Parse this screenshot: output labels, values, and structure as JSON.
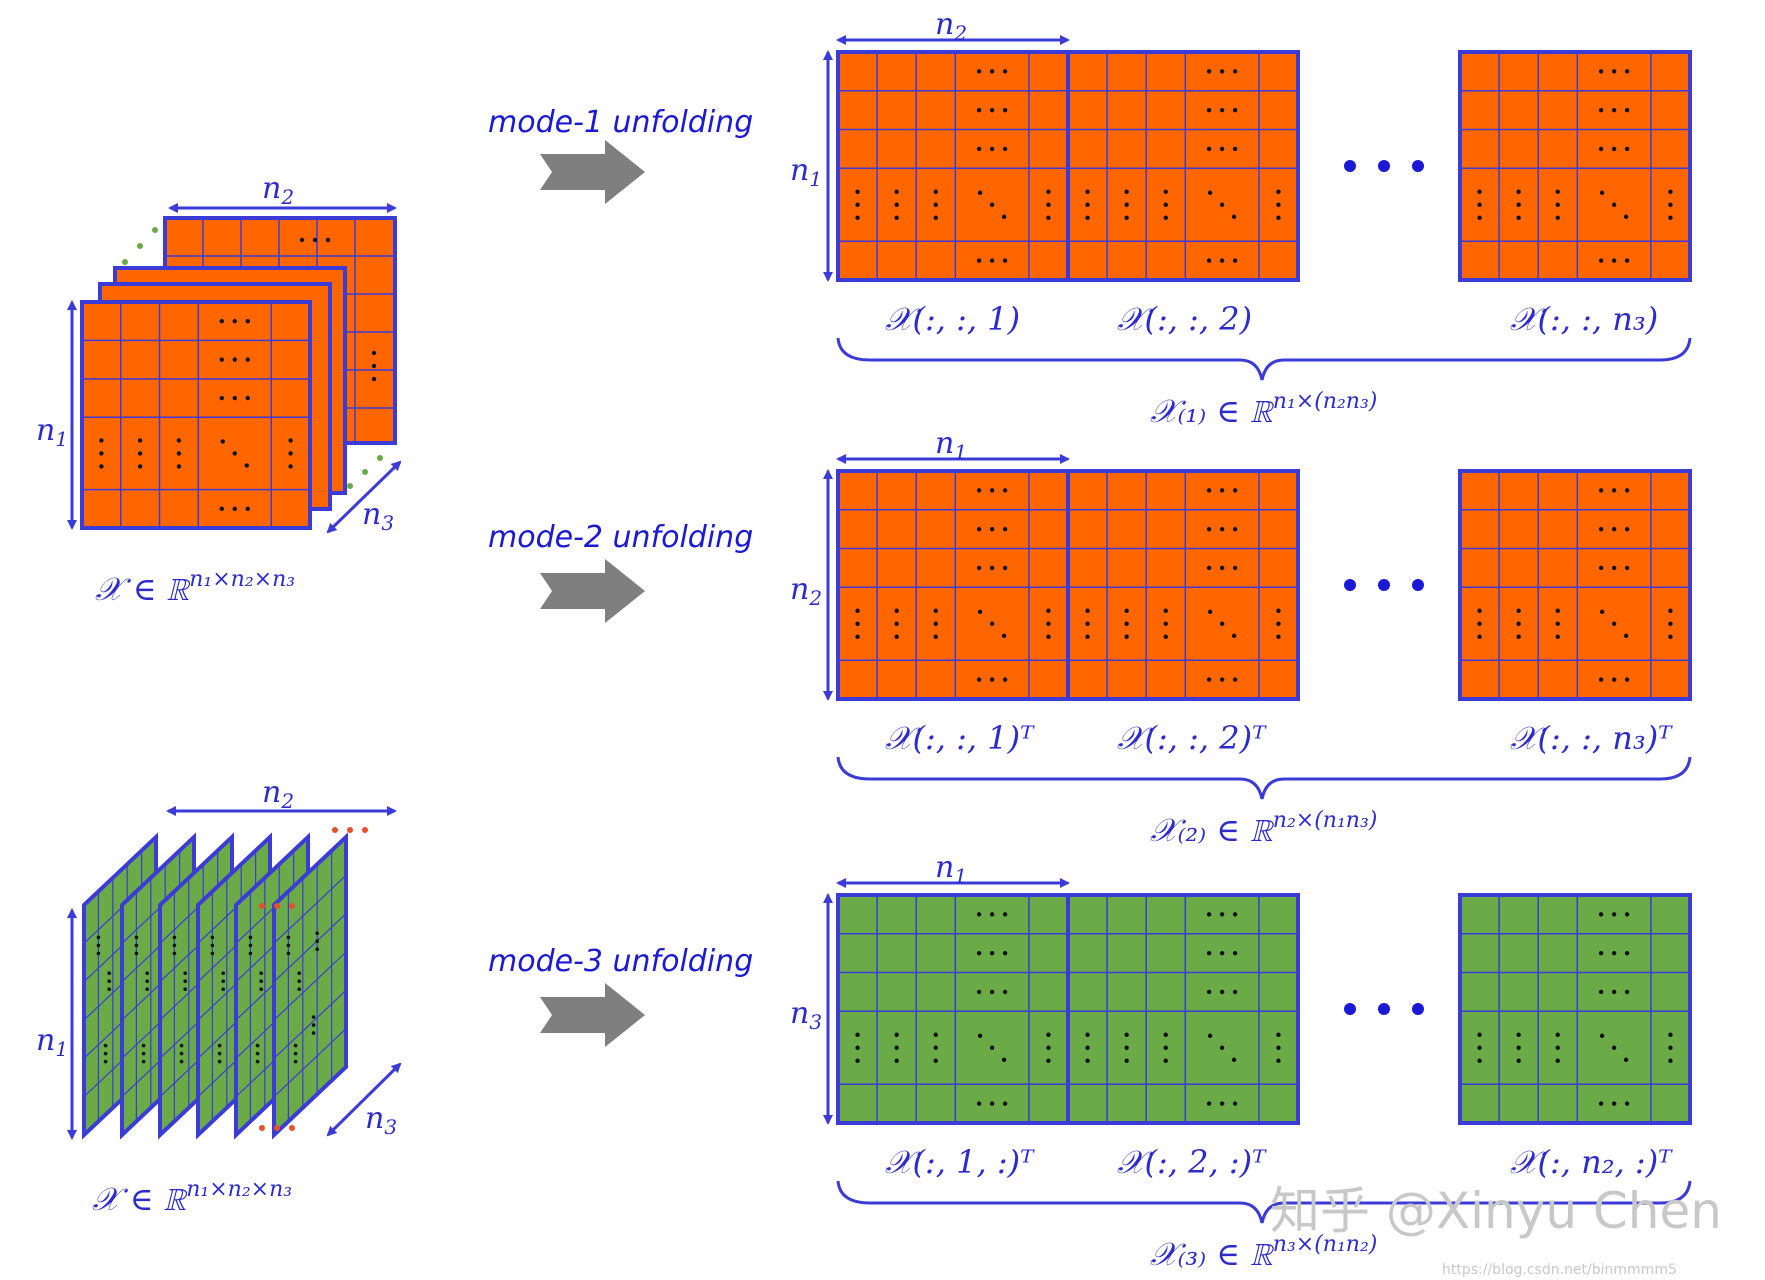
{
  "colors": {
    "orange": "#FF6600",
    "green": "#6AAB47",
    "border": "#3B3BD8",
    "text_blue": "#2B2BD0",
    "label_blue": "#1A1AD6",
    "arrow_gray": "#7F7F7F",
    "green_dots": "#6AAB47",
    "red_dots": "#E8502A"
  },
  "tensors": [
    {
      "fill": "orange",
      "dim_top": "n",
      "dim_top_sub": "2",
      "dim_left": "n",
      "dim_left_sub": "1",
      "dim_depth": "n",
      "dim_depth_sub": "3",
      "caption": "𝒳 ∈ ℝ",
      "caption_sup": "n₁×n₂×n₃"
    },
    {
      "fill": "green",
      "dim_top": "n",
      "dim_top_sub": "2",
      "dim_left": "n",
      "dim_left_sub": "1",
      "dim_depth": "n",
      "dim_depth_sub": "3",
      "caption": "𝒳 ∈ ℝ",
      "caption_sup": "n₁×n₂×n₃"
    }
  ],
  "modes": [
    {
      "label": "mode-1 unfolding",
      "fill": "orange",
      "dim_top": "n",
      "dim_top_sub": "2",
      "dim_left": "n",
      "dim_left_sub": "1",
      "slices": [
        "𝒳(:, :, 1)",
        "𝒳(:, :, 2)",
        "𝒳(:, :, n₃)"
      ],
      "result": "𝒳₍₁₎ ∈ ℝ",
      "result_sup": "n₁×(n₂n₃)"
    },
    {
      "label": "mode-2 unfolding",
      "fill": "orange",
      "dim_top": "n",
      "dim_top_sub": "1",
      "dim_left": "n",
      "dim_left_sub": "2",
      "slices": [
        "𝒳(:, :, 1)ᵀ",
        "𝒳(:, :, 2)ᵀ",
        "𝒳(:, :, n₃)ᵀ"
      ],
      "result": "𝒳₍₂₎ ∈ ℝ",
      "result_sup": "n₂×(n₁n₃)"
    },
    {
      "label": "mode-3 unfolding",
      "fill": "green",
      "dim_top": "n",
      "dim_top_sub": "1",
      "dim_left": "n",
      "dim_left_sub": "3",
      "slices": [
        "𝒳(:, 1, :)ᵀ",
        "𝒳(:, 2, :)ᵀ",
        "𝒳(:, n₂, :)ᵀ"
      ],
      "result": "𝒳₍₃₎ ∈ ℝ",
      "result_sup": "n₃×(n₁n₂)"
    }
  ],
  "ellipsis": "• • •",
  "grid_dots": "· · ·",
  "watermark": "知乎 @Xinyu Chen",
  "watermark_url": "https://blog.csdn.net/binmmmm5"
}
